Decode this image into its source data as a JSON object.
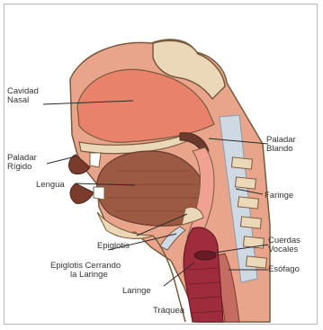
{
  "labels": {
    "nasal_cavity": "Cavidad Nasal",
    "hard_palate": "Paladar Rígido",
    "soft_palate": "Paladar Blando",
    "tongue": "Lengua",
    "pharynx": "Faringe",
    "epiglottis": "Epiglotis",
    "epiglottis_closing": "Epiglotis Cerrando la Laringe",
    "vocal_cords": "Cuerdas Vocales",
    "esophagus": "Esófago",
    "larynx": "Laringe",
    "trachea": "Tráquea"
  },
  "colors": {
    "skin": "#e8a58c",
    "cavity": "#e9826b",
    "tongue": "#9c5a43",
    "bone": "#ead8b8",
    "spine_disc": "#cfd9e4",
    "trachea": "#9e2c3c",
    "outline": "#7a5a3c"
  }
}
